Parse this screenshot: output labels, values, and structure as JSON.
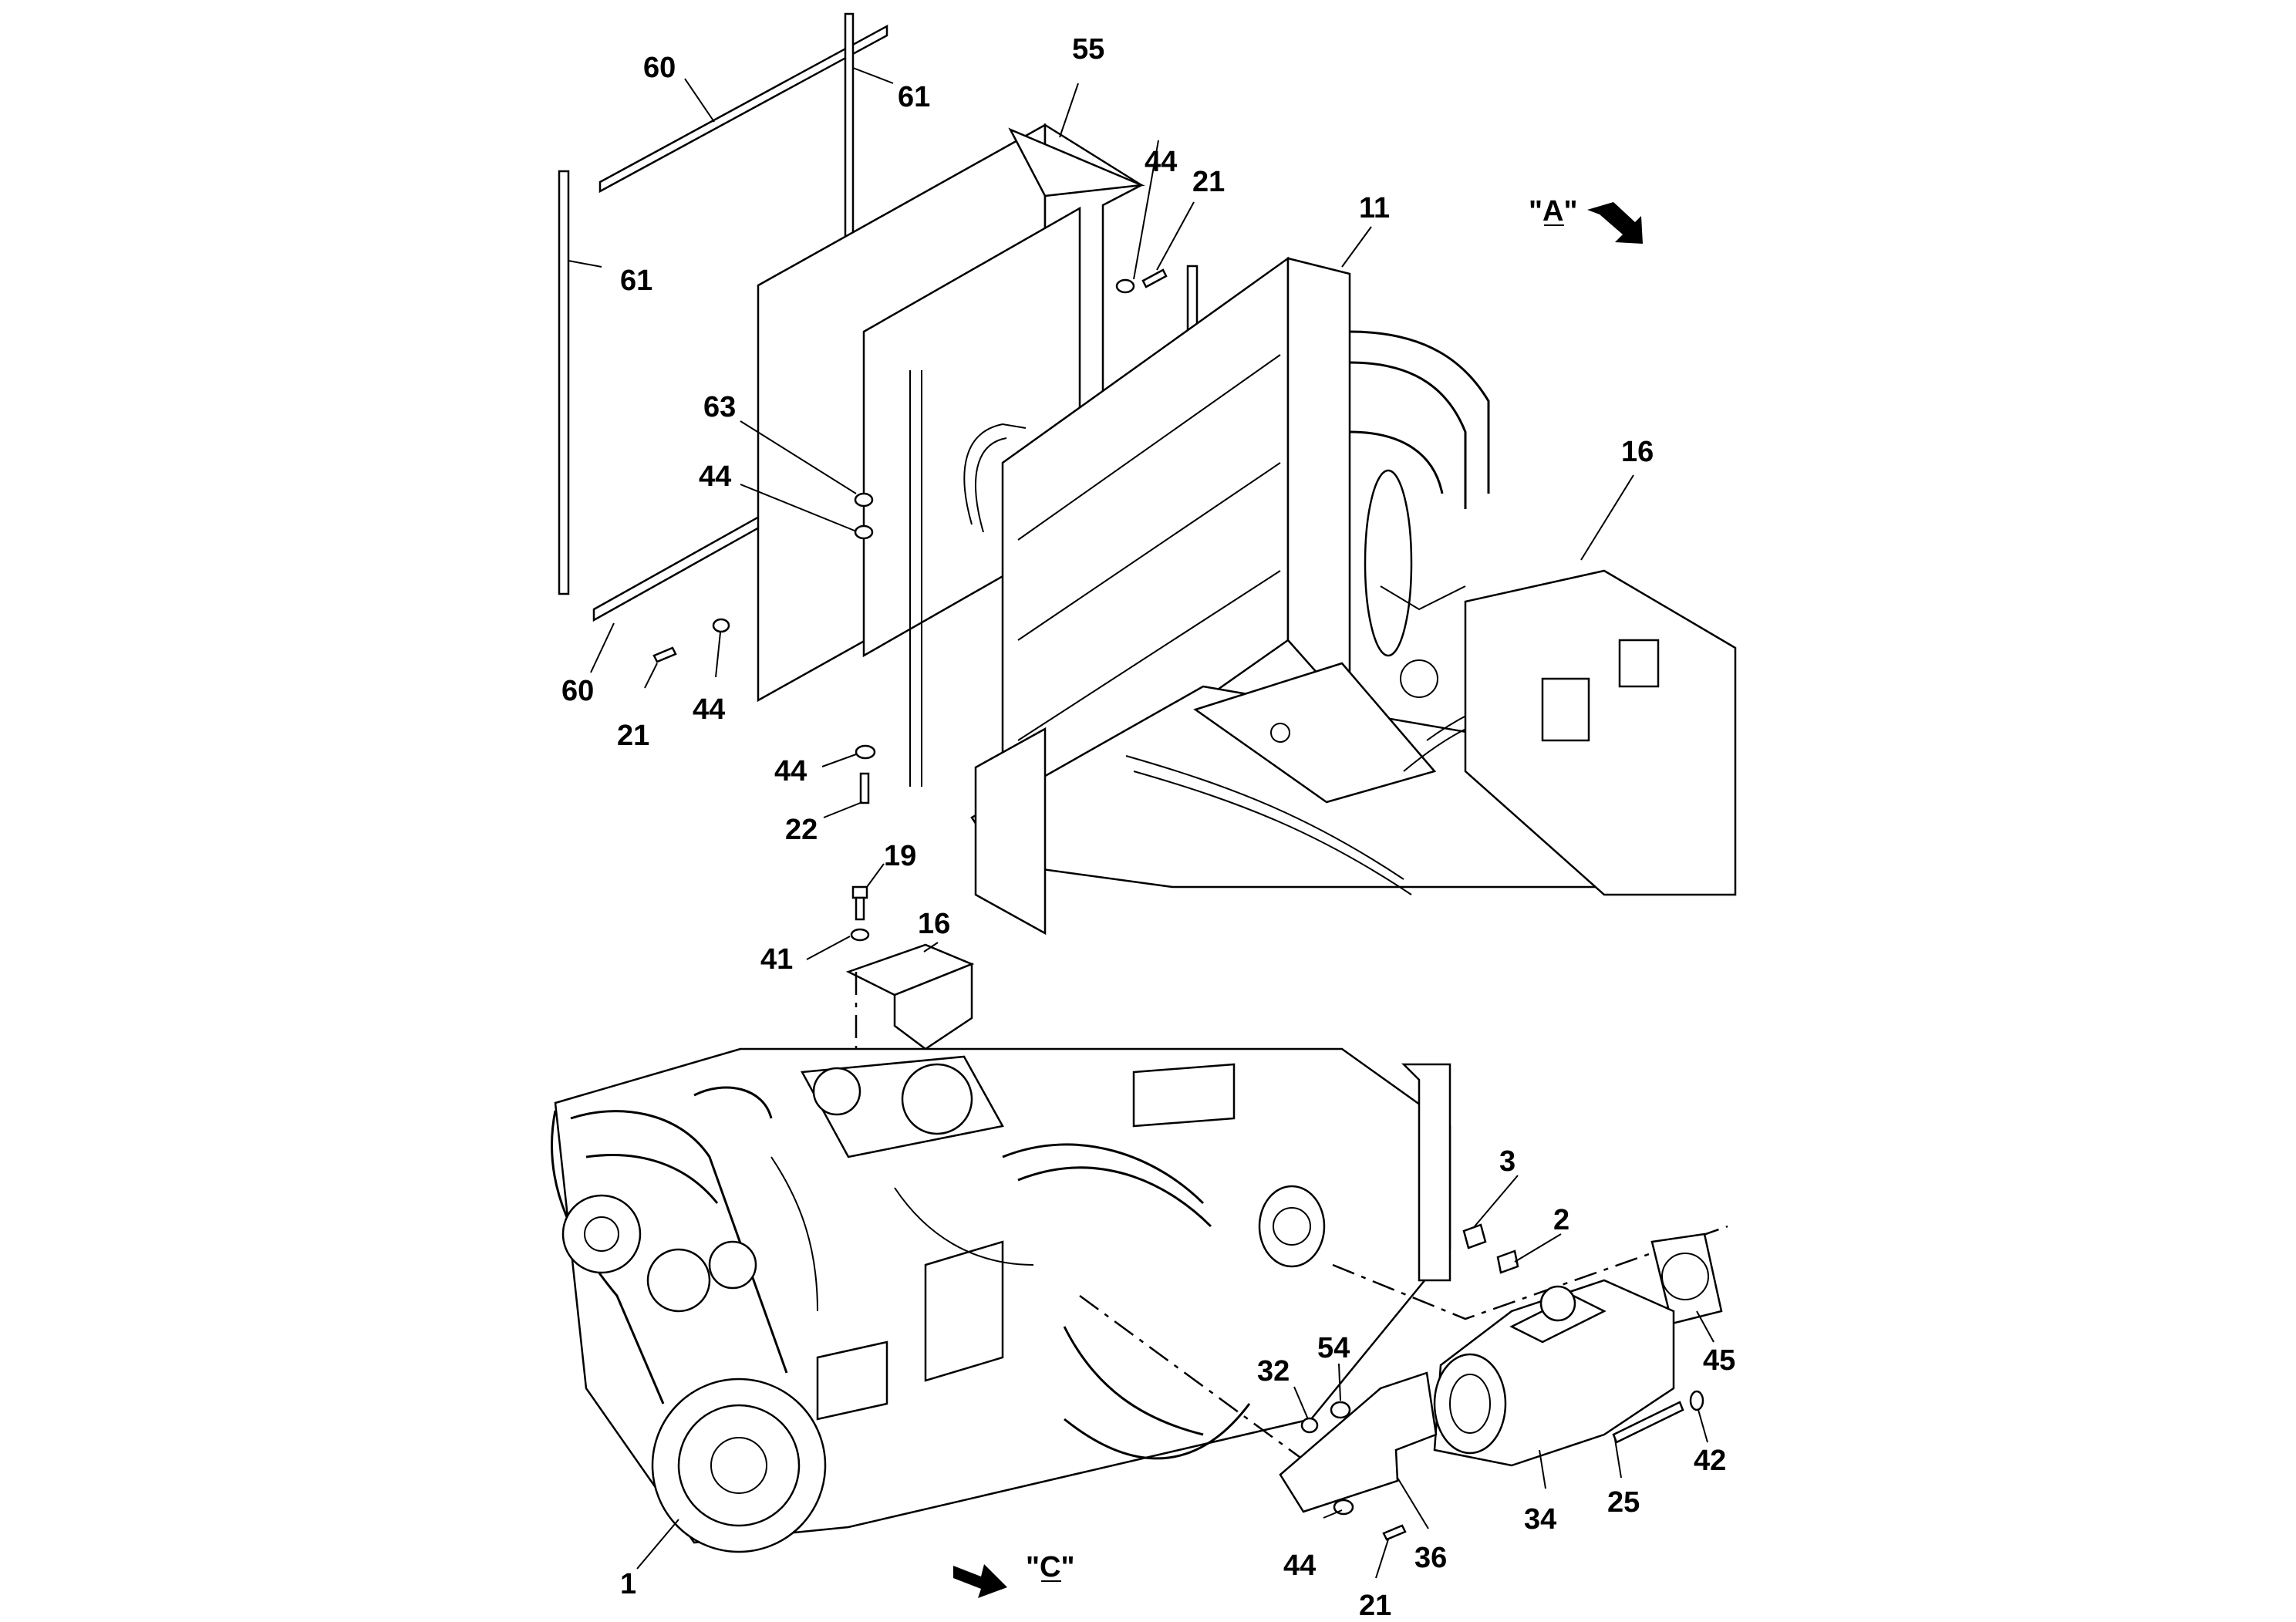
{
  "callouts": {
    "c60a": "60",
    "c61a": "61",
    "c55": "55",
    "c44a": "44",
    "c21a": "21",
    "c11": "11",
    "c61b": "61",
    "c63": "63",
    "c44b": "44",
    "c16a": "16",
    "c60b": "60",
    "c21b": "21",
    "c44c": "44",
    "c44d": "44",
    "c22": "22",
    "c19": "19",
    "c41": "41",
    "c16b": "16",
    "c3": "3",
    "c2": "2",
    "c45": "45",
    "c32": "32",
    "c54": "54",
    "c42": "42",
    "c25": "25",
    "c34": "34",
    "c36": "36",
    "c44e": "44",
    "c21c": "21",
    "c1": "1"
  },
  "views": {
    "a": "\"A\"",
    "c": "\"C\""
  },
  "icons": {
    "arrow": "view-direction-arrow-icon"
  }
}
